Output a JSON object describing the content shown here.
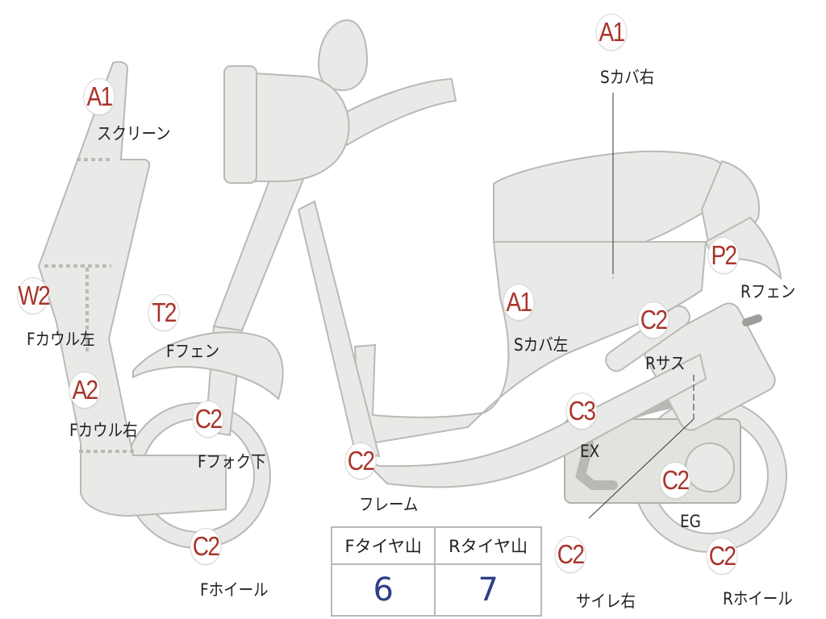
{
  "badges": [
    {
      "id": "screen",
      "grade": "A1",
      "part": "スクリーン"
    },
    {
      "id": "fcowl-left",
      "grade": "W2",
      "part": "Fカウル左"
    },
    {
      "id": "fcowl-right",
      "grade": "A2",
      "part": "Fカウル右"
    },
    {
      "id": "ffender",
      "grade": "T2",
      "part": "Fフェン"
    },
    {
      "id": "ffork",
      "grade": "C2",
      "part": "Fフォク下"
    },
    {
      "id": "fwheel",
      "grade": "C2",
      "part": "Fホイール"
    },
    {
      "id": "frame",
      "grade": "C2",
      "part": "フレーム"
    },
    {
      "id": "scover-left",
      "grade": "A1",
      "part": "Sカバ左"
    },
    {
      "id": "scover-right",
      "grade": "A1",
      "part": "Sカバ右"
    },
    {
      "id": "rfender",
      "grade": "P2",
      "part": "Rフェン"
    },
    {
      "id": "rsus",
      "grade": "C2",
      "part": "Rサス"
    },
    {
      "id": "ex",
      "grade": "C3",
      "part": "EX"
    },
    {
      "id": "eg",
      "grade": "C2",
      "part": "EG"
    },
    {
      "id": "rwheel",
      "grade": "C2",
      "part": "Rホイール"
    },
    {
      "id": "silencer-right",
      "grade": "C2",
      "part": "サイレ右"
    }
  ],
  "tire_table": {
    "headers": [
      "Fタイヤ山",
      "Rタイヤ山"
    ],
    "values": [
      "6",
      "7"
    ]
  },
  "colors": {
    "grade_text": "#a8352c",
    "tire_value": "#2c3f86",
    "part_fill": "#e9e9e7",
    "part_stroke": "#b9b9b6"
  }
}
